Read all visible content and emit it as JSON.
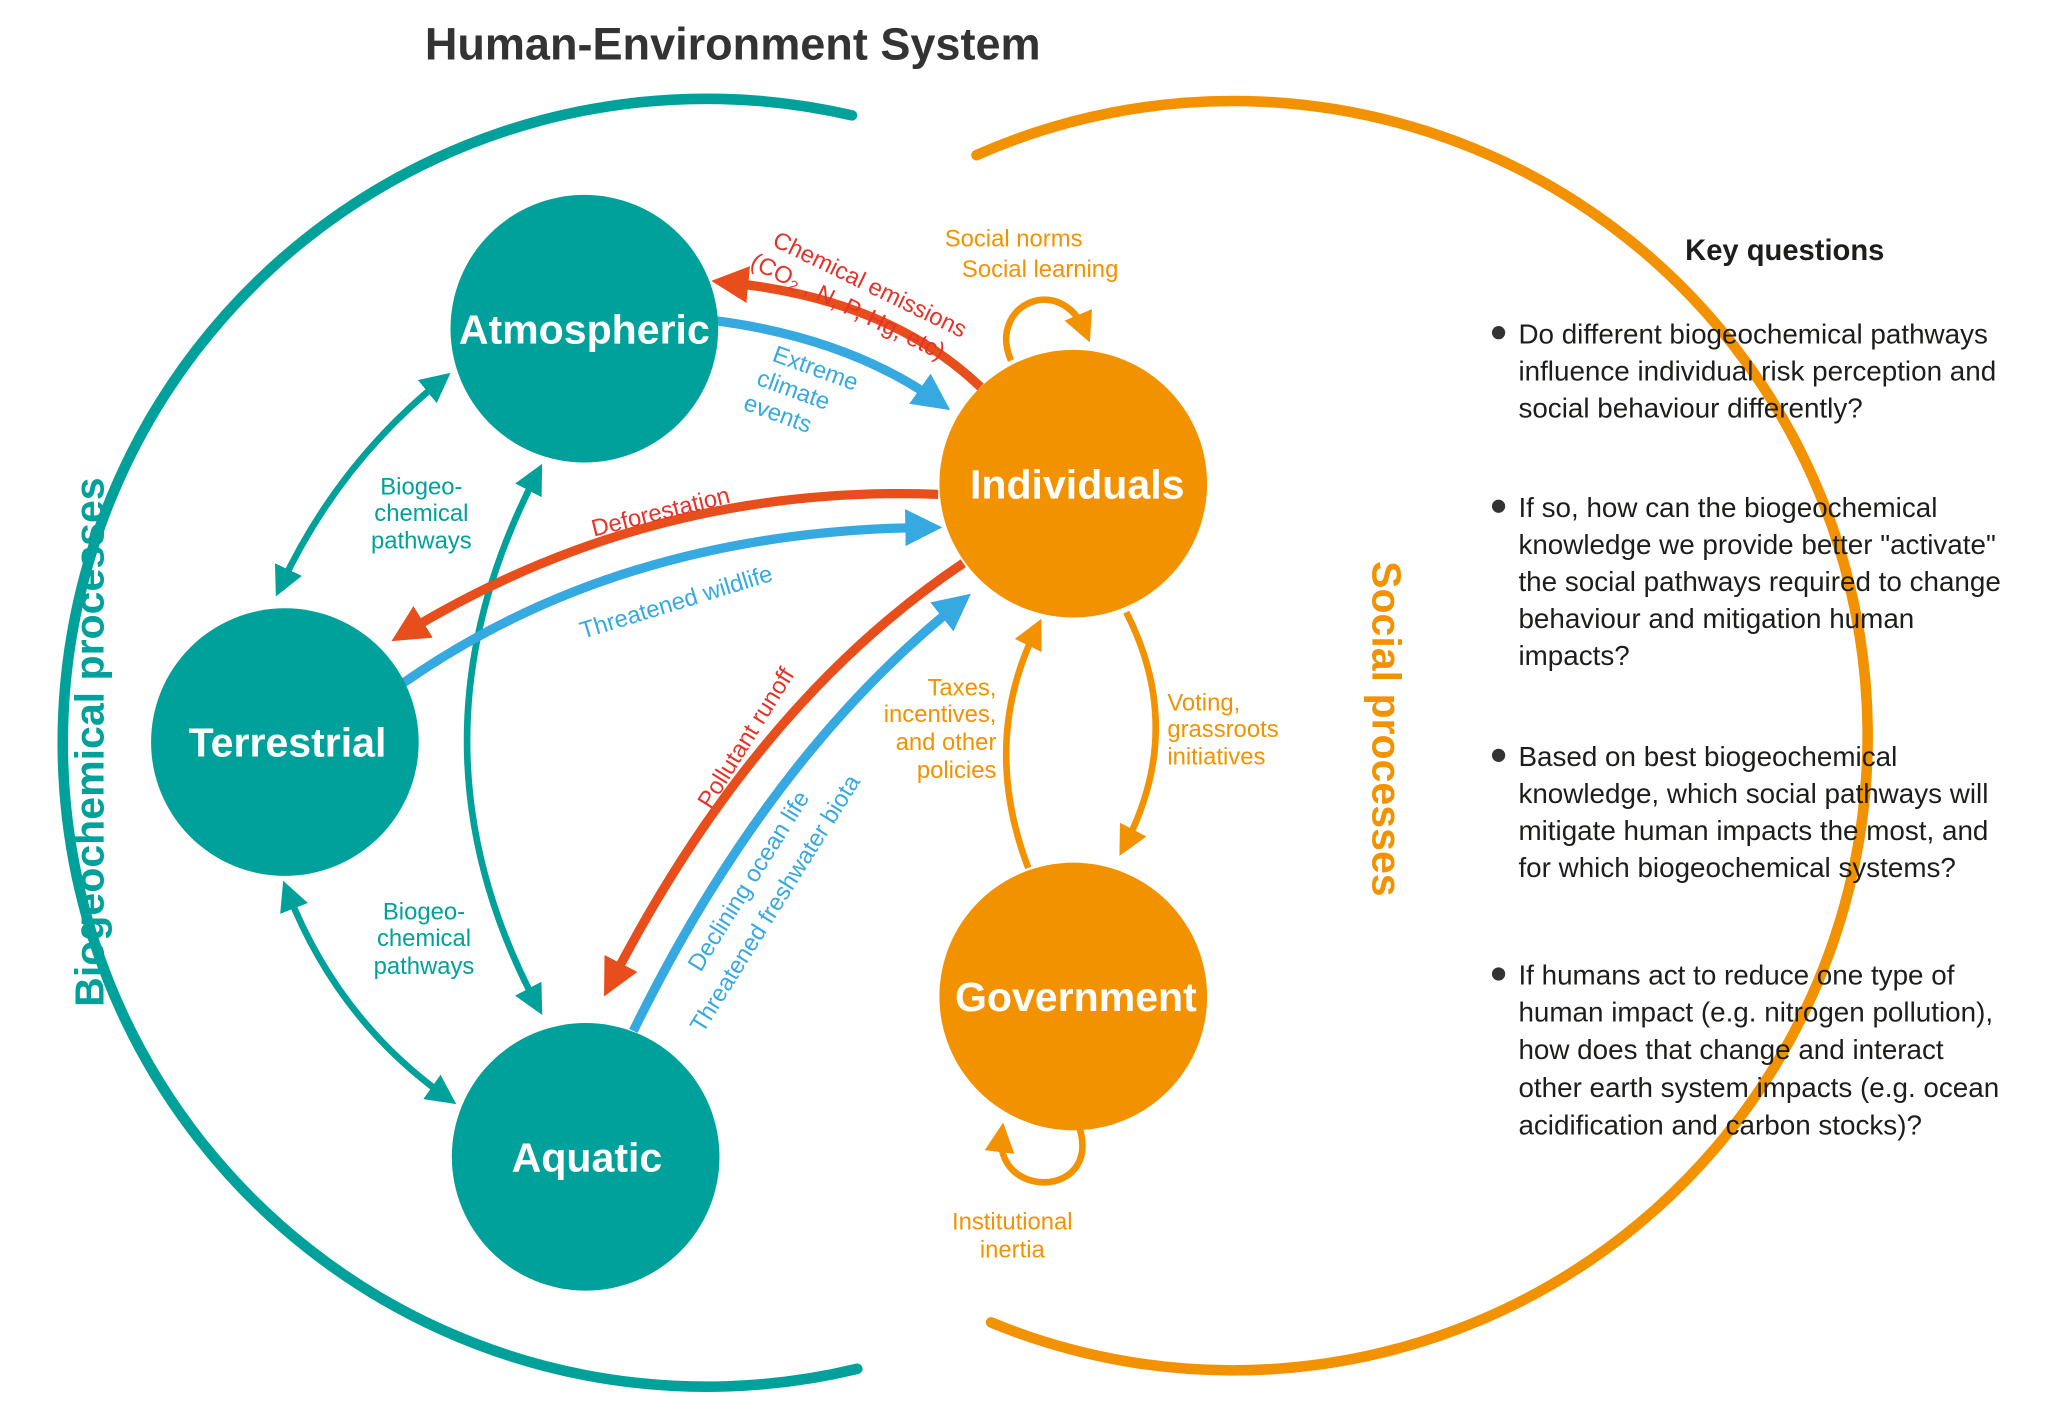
{
  "title": "Human-Environment System",
  "colors": {
    "teal": "#00A19A",
    "orange": "#F39200",
    "red": "#E84E1B",
    "blue": "#36A9E1",
    "text": "#333333"
  },
  "groups": {
    "left": "Biogeochemical processes",
    "right": "Social processes"
  },
  "nodes": {
    "atmospheric": "Atmospheric",
    "terrestrial": "Terrestrial",
    "aquatic": "Aquatic",
    "individuals": "Individuals",
    "government": "Government"
  },
  "links": {
    "chemical": [
      "Chemical emissions",
      "(CO₂ , N, P, Hg, etc)"
    ],
    "extreme": [
      "Extreme",
      "climate",
      "events"
    ],
    "deforestation": "Deforestation",
    "wildlife": "Threatened wildlife",
    "pollutant": "Pollutant runoff",
    "declining": [
      "Declining ocean life",
      "Threatened freshwater biota"
    ],
    "biogeo_top": [
      "Biogeo-",
      "chemical",
      "pathways"
    ],
    "biogeo_bottom": [
      "Biogeo-",
      "chemical",
      "pathways"
    ],
    "social_norms": [
      "Social norms",
      "Social learning"
    ],
    "taxes": [
      "Taxes,",
      "incentives,",
      "and other",
      "policies"
    ],
    "voting": [
      "Voting,",
      "grassroots",
      "initiatives"
    ],
    "inertia": [
      "Institutional",
      "inertia"
    ]
  },
  "key_questions": {
    "heading": "Key questions",
    "items": [
      [
        "Do different biogeochemical pathways",
        "influence individual risk perception and",
        "social behaviour differently?"
      ],
      [
        "If so, how can the biogeochemical",
        "knowledge we provide better \"activate\"",
        "the social pathways required to change",
        "behaviour and mitigation human",
        "impacts?"
      ],
      [
        "Based on best biogeochemical",
        "knowledge, which social pathways will",
        "mitigate human impacts the most, and",
        "for which biogeochemical systems?"
      ],
      [
        "If humans act to reduce one type of",
        "human impact (e.g. nitrogen pollution),",
        "how does that change and interact",
        "other earth system impacts (e.g.  ocean",
        "acidification and carbon stocks)?"
      ]
    ]
  }
}
